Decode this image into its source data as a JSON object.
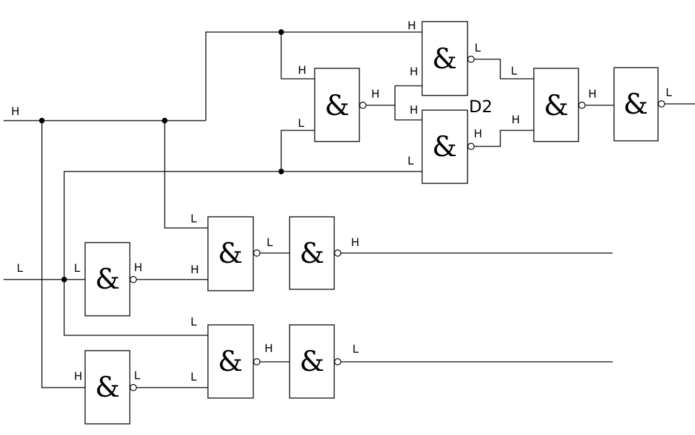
{
  "gate_symbol": "&",
  "designator": "D2",
  "gates": [
    {
      "id": "g-top-left",
      "out_inverted": true
    },
    {
      "id": "g-top-upper",
      "out_inverted": true
    },
    {
      "id": "g-top-lower",
      "out_inverted": true
    },
    {
      "id": "g-top-combine",
      "out_inverted": true
    },
    {
      "id": "g-top-final",
      "out_inverted": true
    },
    {
      "id": "g-mid-input",
      "out_inverted": true
    },
    {
      "id": "g-mid-nand",
      "out_inverted": true
    },
    {
      "id": "g-mid-out",
      "out_inverted": true
    },
    {
      "id": "g-bot-input",
      "out_inverted": true
    },
    {
      "id": "g-bot-nand",
      "out_inverted": true
    },
    {
      "id": "g-bot-out",
      "out_inverted": true
    }
  ],
  "levels": {
    "input_top": "H",
    "input_bottom": "L",
    "top_left_in1": "H",
    "top_left_in2": "L",
    "top_left_out": "H",
    "top_upper_in1": "H",
    "top_upper_in2": "H",
    "top_upper_out": "L",
    "top_lower_in1": "H",
    "top_lower_in2": "L",
    "top_lower_out": "H",
    "top_combine_in1": "L",
    "top_combine_in2": "H",
    "top_combine_out": "H",
    "top_final_out": "L",
    "mid_input_in": "L",
    "mid_input_out": "H",
    "mid_nand_in1": "L",
    "mid_nand_in2": "H",
    "mid_nand_out": "L",
    "mid_out": "H",
    "bot_input_in": "H",
    "bot_input_out": "L",
    "bot_nand_in1": "L",
    "bot_nand_in2": "L",
    "bot_nand_out": "H",
    "bot_out": "L"
  }
}
